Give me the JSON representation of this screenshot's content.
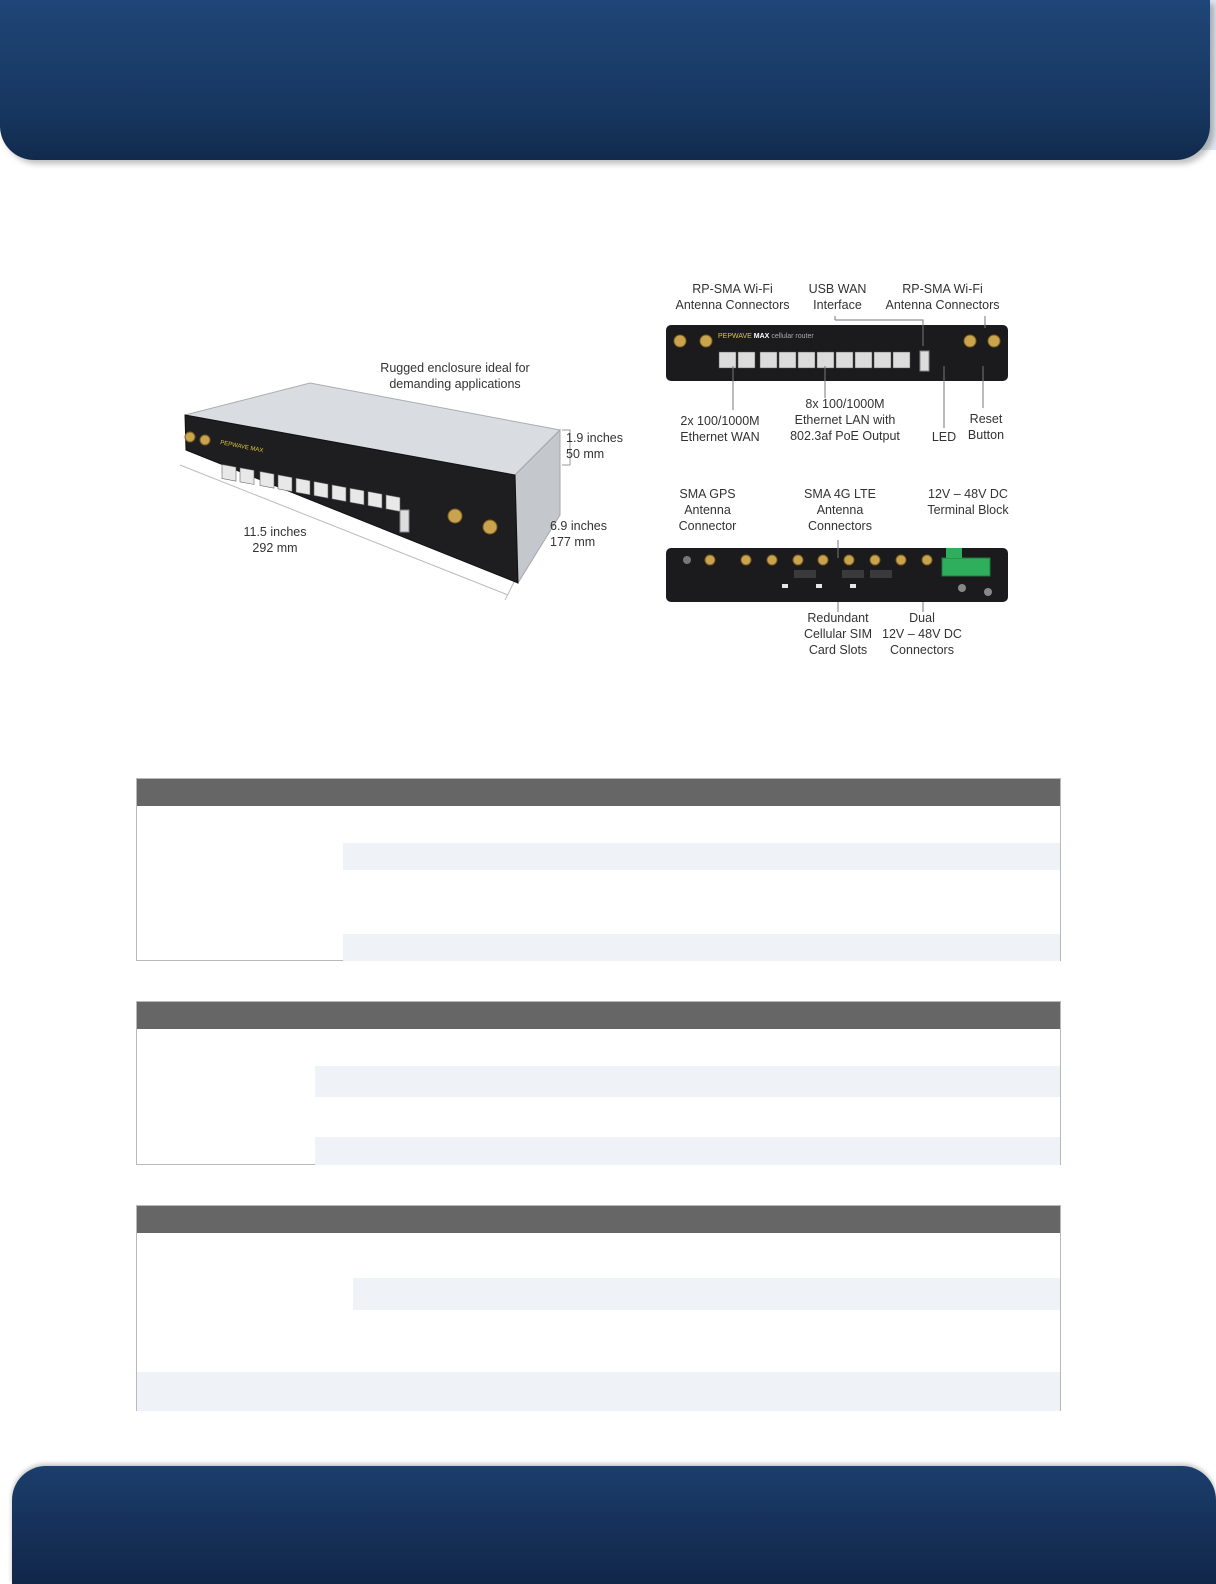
{
  "colors": {
    "header_band": "#17365f",
    "footer_band": "#152f57",
    "table_header": "#666666",
    "table_row_stripe": "#eff3f8",
    "terminal_block": "#2fae5b",
    "brand_text": "#d6c53a"
  },
  "device_photo": {
    "caption": "Rugged enclosure ideal for\ndemanding applications",
    "height_label": "1.9 inches\n50 mm",
    "depth_label": "6.9 inches\n177 mm",
    "width_label": "11.5 inches\n292 mm"
  },
  "front_panel": {
    "wifi_left": "RP-SMA Wi-Fi\nAntenna Connectors",
    "usb_wan": "USB WAN\nInterface",
    "wifi_right": "RP-SMA Wi-Fi\nAntenna Connectors",
    "wan_ports": "2x 100/1000M\nEthernet WAN",
    "lan_ports": "8x 100/1000M\nEthernet LAN with\n802.3af PoE Output",
    "led": "LED",
    "reset": "Reset\nButton",
    "brand_logo": "PEPWAVE",
    "model_logo": "MAX",
    "model_suffix": "cellular router"
  },
  "rear_panel": {
    "gps": "SMA GPS\nAntenna\nConnector",
    "lte": "SMA 4G LTE\nAntenna\nConnectors",
    "terminal": "12V – 48V DC\nTerminal Block",
    "sim": "Redundant\nCellular SIM\nCard Slots",
    "dc": "Dual\n12V – 48V DC\nConnectors"
  }
}
